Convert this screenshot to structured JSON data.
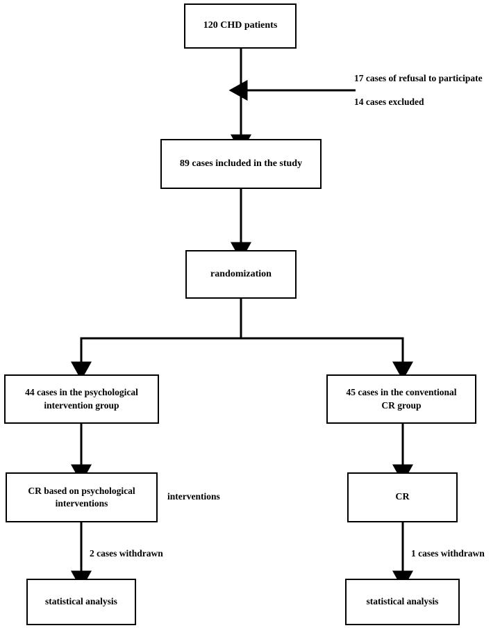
{
  "diagram": {
    "title": "CHD patient study enrollment flow diagram",
    "accent_color": "#000000",
    "background_color": "#ffffff",
    "nodes": {
      "enrollment": {
        "text": "120 CHD patients"
      },
      "included": {
        "text": "89 cases included in the study"
      },
      "randomization": {
        "text": "randomization"
      },
      "left_group": {
        "text": "44 cases in the psychological\nintervention group"
      },
      "right_group": {
        "text": "45 cases in the conventional\nCR group"
      },
      "left_intervention": {
        "text": "CR based on psychological\ninterventions"
      },
      "right_intervention": {
        "text": "CR"
      },
      "left_analysis": {
        "text": "statistical analysis"
      },
      "right_analysis": {
        "text": "statistical analysis"
      }
    },
    "labels": {
      "exclusion_line1": "17 cases of refusal to participate",
      "exclusion_line2": "14 cases excluded",
      "interventions": "interventions",
      "left_withdrawn": "2 cases withdrawn",
      "right_withdrawn": "1 cases withdrawn"
    }
  }
}
